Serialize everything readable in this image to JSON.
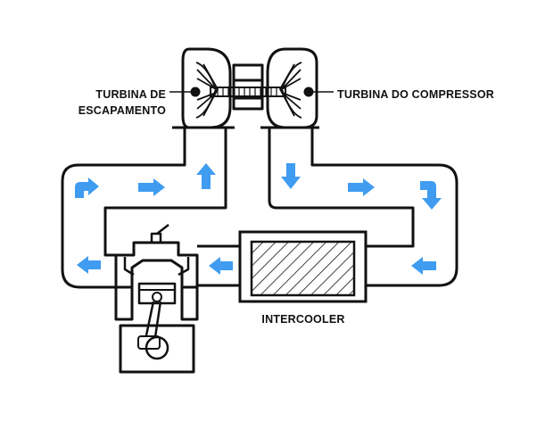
{
  "colors": {
    "line": "#111111",
    "arrow": "#3f9cf0",
    "background": "#ffffff"
  },
  "labels": {
    "exhaust_turbine_line1": "TURBINA DE",
    "exhaust_turbine_line2": "ESCAPAMENTO",
    "compressor_turbine": "TURBINA DO COMPRESSOR",
    "intercooler": "INTERCOOLER"
  },
  "arrows": [
    {
      "id": "left-upper-turn",
      "icon": "elbow-arrow-right"
    },
    {
      "id": "left-upper-right",
      "icon": "arrow-right"
    },
    {
      "id": "left-vertical-up",
      "icon": "arrow-up"
    },
    {
      "id": "right-vertical-down",
      "icon": "arrow-down"
    },
    {
      "id": "right-upper-right",
      "icon": "arrow-right"
    },
    {
      "id": "right-upper-turn",
      "icon": "elbow-arrow-down"
    },
    {
      "id": "right-lower-left",
      "icon": "arrow-left"
    },
    {
      "id": "mid-lower-left",
      "icon": "arrow-left"
    },
    {
      "id": "left-lower-left",
      "icon": "arrow-left"
    }
  ]
}
